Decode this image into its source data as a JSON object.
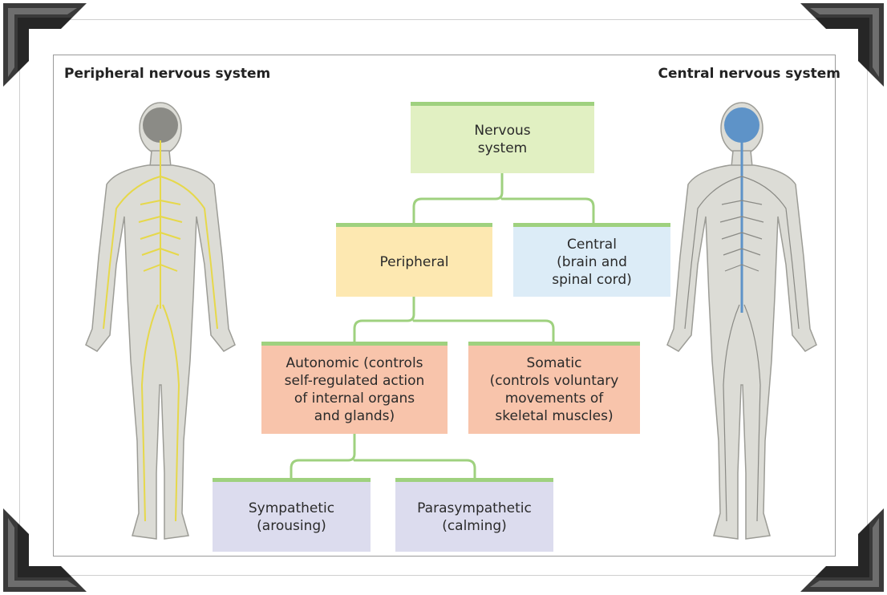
{
  "titles": {
    "left": "Peripheral nervous system",
    "right": "Central nervous system"
  },
  "boxes": {
    "nervous": "Nervous\nsystem",
    "peripheral": "Peripheral",
    "central": "Central\n(brain and\nspinal cord)",
    "autonomic": "Autonomic (controls\nself-regulated action\nof internal organs\nand glands)",
    "somatic": "Somatic\n(controls voluntary\nmovements of\nskeletal muscles)",
    "sympathetic": "Sympathetic\n(arousing)",
    "parasympathetic": "Parasympathetic\n(calming)"
  },
  "colors": {
    "connector": "#9fd17f",
    "nervous_fill": "#e1f0c2",
    "peripheral_fill": "#fde8b1",
    "central_fill": "#dcecf7",
    "autonomic_somatic_fill": "#f8c4ab",
    "sympathetic_parasympathetic_fill": "#dcdcee",
    "peripheral_nerves": "#e6d84a",
    "central_nerves": "#5e93c8",
    "body_fill": "#d9d9d4"
  },
  "icons": {
    "corners": "metal-photo-corner-icon",
    "left_figure": "human-body-peripheral-nerves-icon",
    "right_figure": "human-body-central-nerves-icon"
  }
}
